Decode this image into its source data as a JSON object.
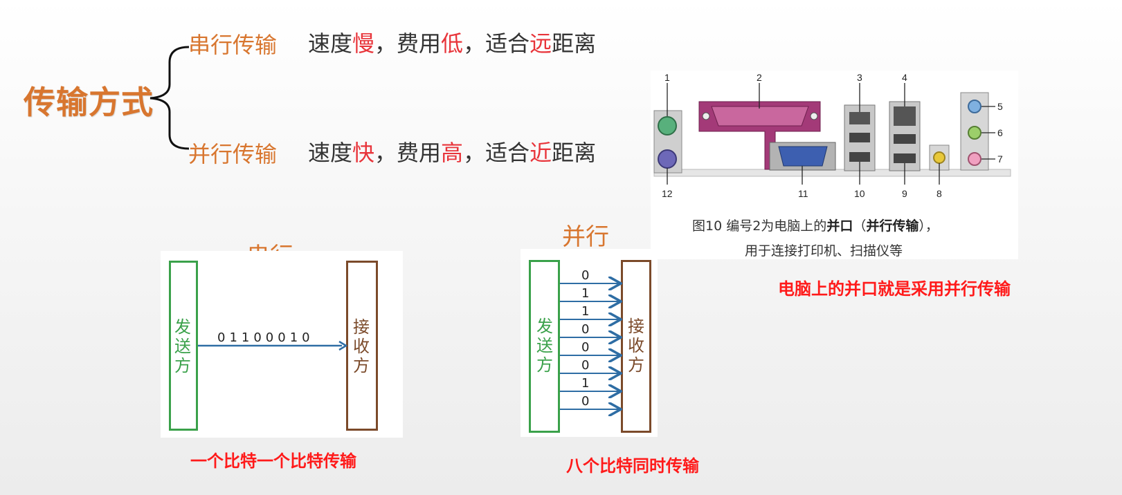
{
  "main_title": "传输方式",
  "serial": {
    "label": "串行传输",
    "desc_parts": [
      "速度",
      "慢",
      "，费用",
      "低",
      "，适合",
      "远",
      "距离"
    ]
  },
  "parallel": {
    "label": "并行传输",
    "desc_parts": [
      "速度",
      "快",
      "，费用",
      "高",
      "，适合",
      "近",
      "距离"
    ]
  },
  "serial_diagram": {
    "title": "串行",
    "sender": "发送方",
    "receiver": "接收方",
    "bits": "01100010",
    "caption": "一个比特一个比特传输"
  },
  "parallel_diagram": {
    "title": "并行",
    "sender": "发送方",
    "receiver": "接收方",
    "bits": [
      "0",
      "1",
      "1",
      "0",
      "0",
      "0",
      "1",
      "0"
    ],
    "caption": "八个比特同时传输"
  },
  "port_figure": {
    "numbers": [
      "1",
      "2",
      "3",
      "4",
      "5",
      "6",
      "7",
      "8",
      "9",
      "10",
      "11",
      "12"
    ],
    "caption_line1_pre": "图10  编号2为电脑上的",
    "caption_line1_bold1": "并口",
    "caption_line1_mid": "（",
    "caption_line1_bold2": "并行传输",
    "caption_line1_post": "），",
    "caption_line2": "用于连接打印机、扫描仪等",
    "note": "电脑上的并口就是采用并行传输"
  },
  "colors": {
    "accent_orange": "#d8762f",
    "highlight_red": "#e8343a",
    "caption_red": "#ff1a1a",
    "sender_green": "#3aa14a",
    "receiver_brown": "#7b4a2a",
    "arrow_blue": "#2e6da4"
  }
}
